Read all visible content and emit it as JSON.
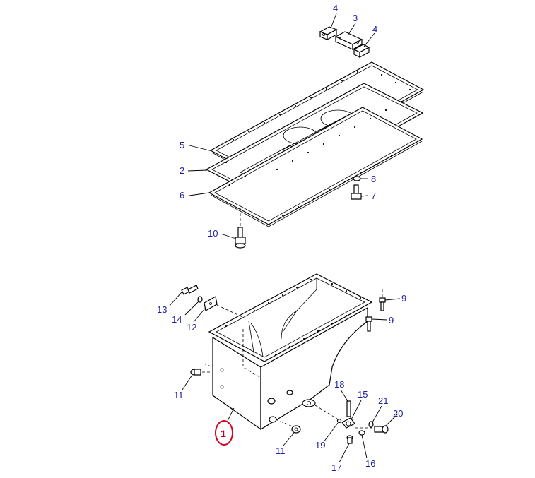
{
  "callouts": {
    "c4a": "4",
    "c3": "3",
    "c4b": "4",
    "c5": "5",
    "c2": "2",
    "c6": "6",
    "c8": "8",
    "c7": "7",
    "c10": "10",
    "c9a": "9",
    "c9b": "9",
    "c13": "13",
    "c14": "14",
    "c12": "12",
    "c11a": "11",
    "c11b": "11",
    "c1": "1",
    "c18": "18",
    "c15": "15",
    "c21": "21",
    "c20": "20",
    "c19": "19",
    "c16": "16",
    "c17": "17"
  },
  "colors": {
    "callout_text": "#1f1fa8",
    "highlight": "#c8001e",
    "line": "#000000"
  }
}
